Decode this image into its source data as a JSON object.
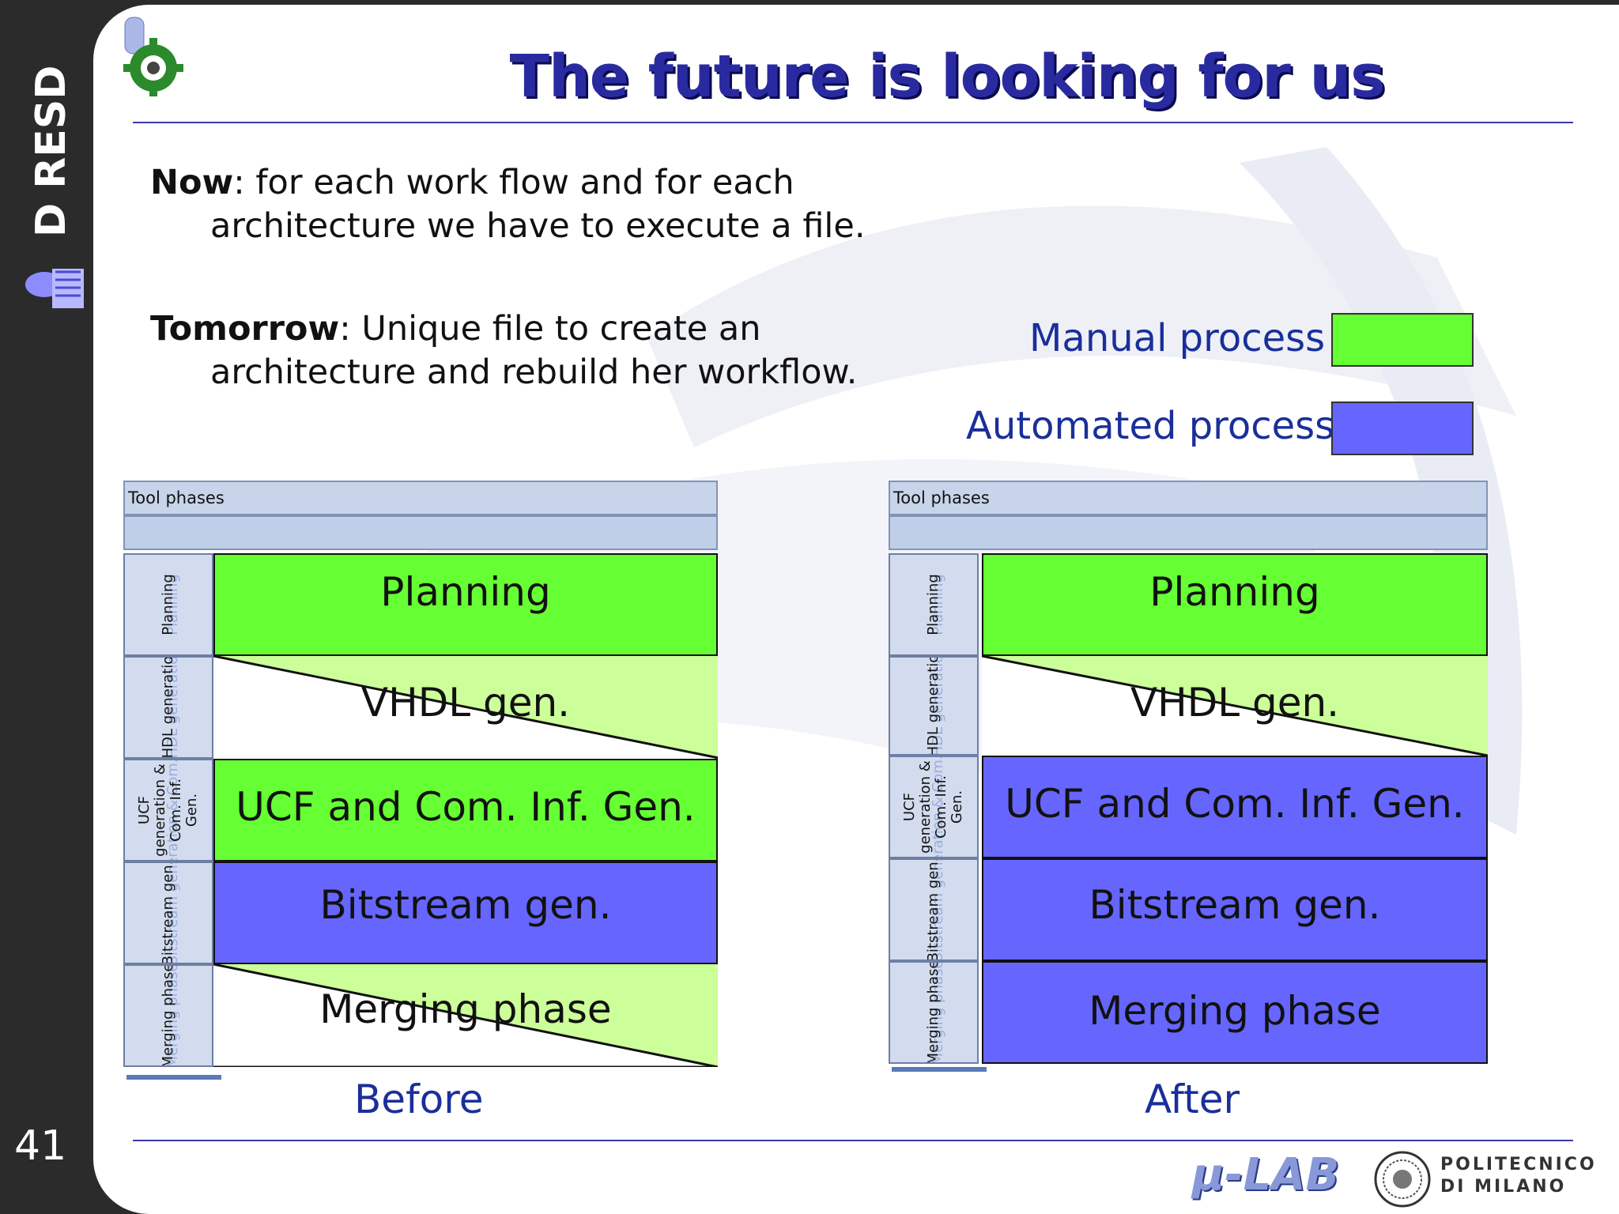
{
  "sidebar": {
    "brand": "D RESD",
    "slide_number": "41"
  },
  "title": "The future is looking for us",
  "paragraphs": {
    "now_label": "Now",
    "now_line1": ": for each work flow and for each",
    "now_line2": "architecture we have to execute a  file.",
    "tomorrow_label": "Tomorrow",
    "tomorrow_line1": ": Unique file to create an",
    "tomorrow_line2": "architecture and rebuild her workflow."
  },
  "legend": {
    "manual_label": "Manual process",
    "manual_color": "#66ff33",
    "automated_label": "Automated process",
    "automated_color": "#6666ff"
  },
  "tables": [
    {
      "header": "Tool phases",
      "caption": "Before",
      "rows": [
        {
          "side_label": "Planning",
          "cell": "Planning",
          "kind": "manual"
        },
        {
          "side_label": "VHDL generation",
          "cell": "VHDL gen.",
          "kind": "partial"
        },
        {
          "side_label": "UCF generation & Com. Inf. Gen.",
          "cell": "UCF and Com. Inf. Gen.",
          "kind": "manual"
        },
        {
          "side_label": "Bitstream gen.",
          "cell": "Bitstream gen.",
          "kind": "automated"
        },
        {
          "side_label": "Merging phase",
          "cell": "Merging phase",
          "kind": "partial"
        }
      ]
    },
    {
      "header": "Tool phases",
      "caption": "After",
      "rows": [
        {
          "side_label": "Planning",
          "cell": "Planning",
          "kind": "manual"
        },
        {
          "side_label": "VHDL generation",
          "cell": "VHDL gen.",
          "kind": "partial"
        },
        {
          "side_label": "UCF generation & Com. Inf. Gen.",
          "cell": "UCF and Com. Inf. Gen.",
          "kind": "automated"
        },
        {
          "side_label": "Bitstream gen.",
          "cell": "Bitstream gen.",
          "kind": "automated"
        },
        {
          "side_label": "Merging phase",
          "cell": "Merging phase",
          "kind": "automated"
        }
      ]
    }
  ],
  "footer": {
    "lab_logo": "μ-LAB",
    "university_line1": "POLITECNICO",
    "university_line2": "DI MILANO"
  }
}
